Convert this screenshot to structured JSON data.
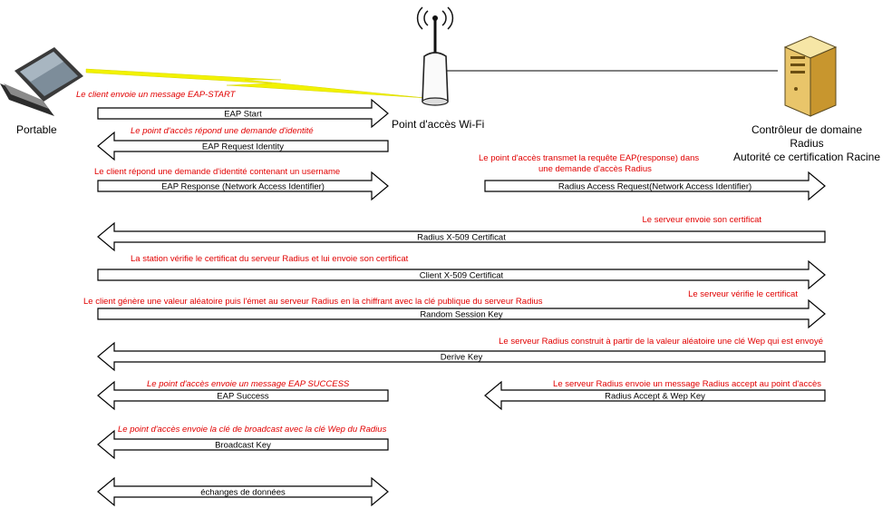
{
  "entities": {
    "laptop_label": "Portable",
    "ap_label": "Point d'accès Wi-Fi",
    "server_label_1": "Contrôleur de domaine",
    "server_label_2": "Radius",
    "server_label_3": "Autorité ce certification Racine"
  },
  "colors": {
    "annotation": "#e10000",
    "arrow_stroke": "#000000",
    "arrow_fill": "#ffffff",
    "lightning": "#f2f200"
  },
  "messages": [
    {
      "label": "EAP Start",
      "note": "Le client envoie un message EAP-START"
    },
    {
      "label": "EAP Request Identity",
      "note": "Le point d'accès répond une demande d'identité"
    },
    {
      "label": "EAP Response (Network Access Identifier)",
      "note": "Le client répond une demande d'identité contenant un username"
    },
    {
      "label": "Radius Access Request(Network Access Identifier)",
      "note_line1": "Le point d'accès transmet la requête EAP(response) dans",
      "note_line2": "une demande d'accès Radius"
    },
    {
      "label": "Radius X-509 Certificat",
      "note": "Le serveur envoie son certificat"
    },
    {
      "label": "Client X-509 Certificat",
      "note": "La station vérifie le certificat du serveur Radius et lui envoie son certificat"
    },
    {
      "label": "Random Session Key",
      "note_left": "Le client génère une valeur aléatoire puis l'émet au serveur Radius en la chiffrant avec la clé publique du serveur Radius",
      "note_right": "Le serveur vérifie le certificat"
    },
    {
      "label": "Derive Key",
      "note": "Le serveur Radius construit à partir de la valeur aléatoire une clé Wep qui est envoyé"
    },
    {
      "label": "EAP Success",
      "note": "Le point d'accès envoie un message EAP SUCCESS"
    },
    {
      "label": "Radius Accept & Wep Key",
      "note": "Le serveur Radius envoie un message Radius accept au point d'accès"
    },
    {
      "label": "Broadcast Key",
      "note": "Le point d'accès envoie la clé de broadcast avec la clé Wep du Radius"
    },
    {
      "label": "échanges de données"
    }
  ]
}
